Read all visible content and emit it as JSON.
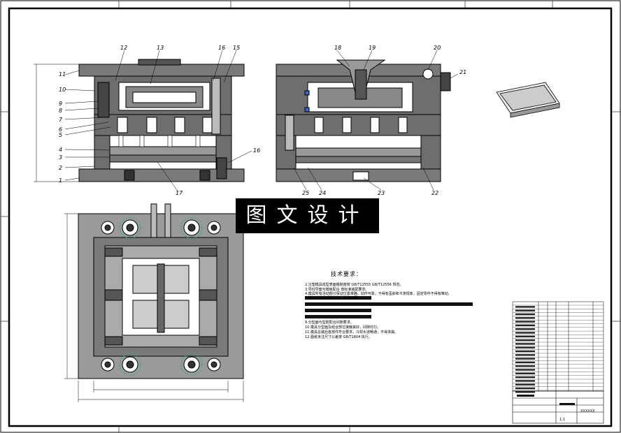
{
  "banner": {
    "text": "图文设计"
  },
  "tech": {
    "title": "技术要求：",
    "notes": [
      "2.注塑模具成型表面粗糙度按 GB/T12555 GB/T12556 规范。",
      "3.导柱导套与模板配合 按标准装配要求。",
      "4.模具所有活动部分保证位置准确，动作可靠，不得有歪斜和卡滞现象，固定零件不得有窜动。",
      "5.推杆在推出时应平稳，复位可靠。",
      "9.分型面与型腔配合间隙要求。",
      "10.模具分型面及组合部位接触良好，间隙均匀。",
      "11.模具总装后各部件符合要求，冷却水道畅通，不得渗漏。",
      "12.图纸未注尺寸公差按 GB/T1804 执行。"
    ]
  },
  "balloons": {
    "front": [
      "12",
      "13",
      "16",
      "15",
      "11",
      "10",
      "9",
      "8",
      "7",
      "6",
      "5",
      "4",
      "3",
      "2",
      "1",
      "17",
      "16"
    ],
    "side": [
      "18",
      "19",
      "20",
      "21",
      "25",
      "24",
      "23",
      "22"
    ]
  },
  "titleblock": {
    "name": "XXXXXX",
    "scale": "1:1"
  }
}
